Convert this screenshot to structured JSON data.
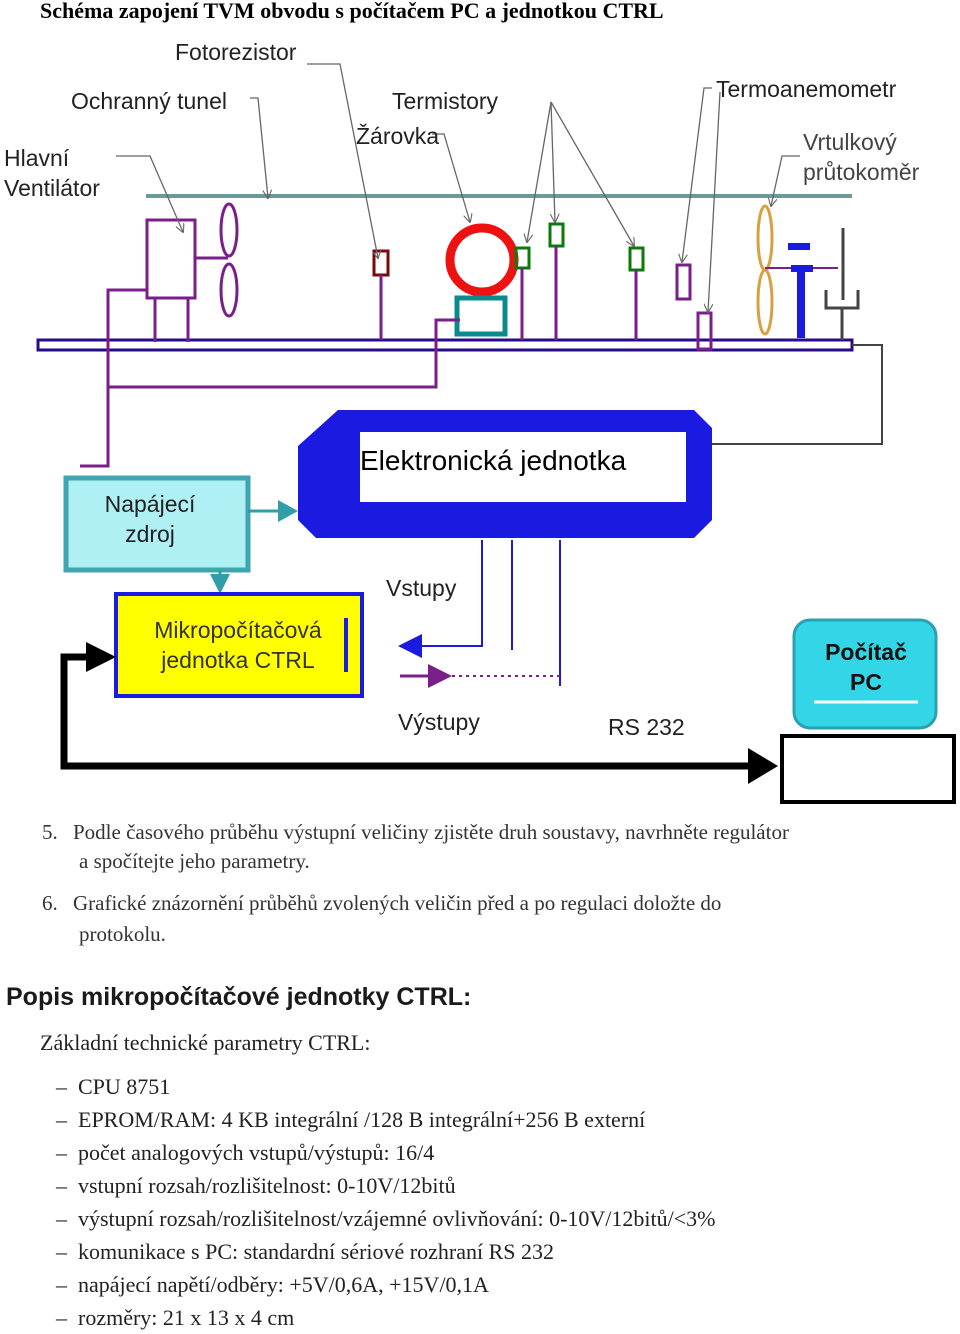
{
  "title": "Schéma zapojení TVM obvodu s počítačem PC a jednotkou CTRL",
  "diagram": {
    "labels": {
      "fotorezistor": "Fotorezistor",
      "ochranny_tunel": "Ochranný tunel",
      "termistory": "Termistory",
      "termoanemometr": "Termoanemometr",
      "zarovka": "Žárovka",
      "hlavni": "Hlavní",
      "ventilator": "Ventilátor",
      "vrtulkovy": "Vrtulkový",
      "prutokomer": "průtokoměr",
      "elektronicka_jednotka": "Elektronická jednotka",
      "napajeci": "Napájecí",
      "zdroj": "zdroj",
      "mikropocitacova": "Mikropočítačová",
      "jednotka_ctrl": "jednotka CTRL",
      "vstupy": "Vstupy",
      "vystupy": "Výstupy",
      "rs232": "RS 232",
      "pocitac": "Počítač",
      "pc": "PC"
    },
    "colors": {
      "tube": "#2a0a8c",
      "rail": "#6a9a9a",
      "purple": "#7a1f8a",
      "unit_blue": "#1a1ae0",
      "supply_fill": "#aef0f4",
      "supply_border": "#3fa6b0",
      "ctrl_fill": "#ffff00",
      "ctrl_border": "#1a1ae0",
      "pc_fill": "#33d6e6",
      "arrow_teal": "#2f9ea8",
      "bulb_red": "#ee1111",
      "sensor_green": "#0a7a0a",
      "resistor_brown": "#7a0a0a"
    }
  },
  "steps": [
    {
      "number": "5.",
      "lines": [
        "Podle časového průběhu výstupní veličiny zjistěte druh soustavy, navrhněte regulátor",
        "a spočítejte jeho parametry."
      ]
    },
    {
      "number": "6.",
      "lines": [
        "Grafické znázornění  průběhů zvolených veličin před a po regulaci doložte do",
        "protokolu."
      ]
    }
  ],
  "section": {
    "heading": "Popis mikropočítačové jednotky CTRL:",
    "intro": "Základní technické parametry CTRL:",
    "dash": "–",
    "items": [
      "CPU 8751",
      "EPROM/RAM: 4 KB integrální /128 B integrální+256 B externí",
      "počet analogových vstupů/výstupů: 16/4",
      "vstupní rozsah/rozlišitelnost: 0-10V/12bitů",
      "výstupní rozsah/rozlišitelnost/vzájemné ovlivňování: 0-10V/12bitů/<3%",
      "komunikace s PC: standardní sériové rozhraní RS 232",
      "napájecí napětí/odběry: +5V/0,6A, +15V/0,1A",
      "rozměry: 21 x 13 x 4 cm"
    ]
  }
}
